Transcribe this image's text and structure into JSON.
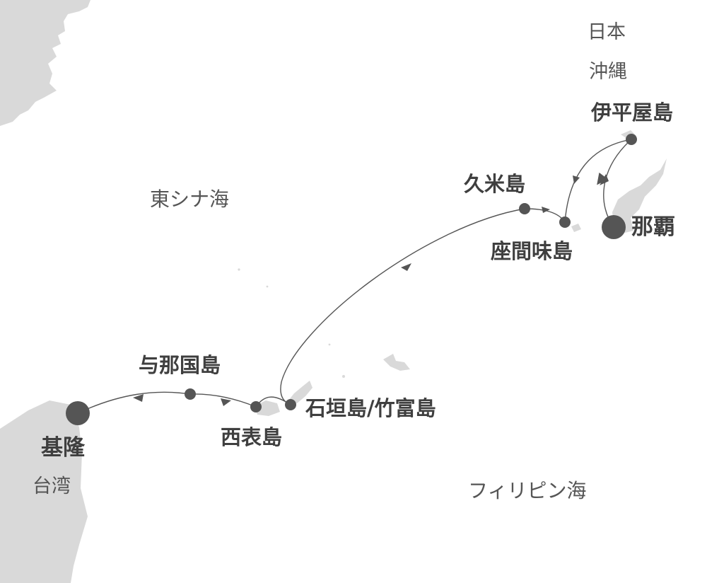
{
  "colors": {
    "land": "#d9d9d9",
    "route": "#555555",
    "marker": "#555555",
    "text": "#4a4a4a"
  },
  "map": {
    "regions": {
      "japan": "日本",
      "okinawa": "沖縄",
      "taiwan": "台湾"
    },
    "seas": {
      "east_china_sea": "東シナ海",
      "philippine_sea": "フィリピン海"
    },
    "ports": {
      "naha": "那覇",
      "iheya": "伊平屋島",
      "zamami": "座間味島",
      "kume": "久米島",
      "ishigaki": "石垣島/竹富島",
      "iriomote": "西表島",
      "yonaguni": "与那国島",
      "keelung": "基隆"
    }
  }
}
